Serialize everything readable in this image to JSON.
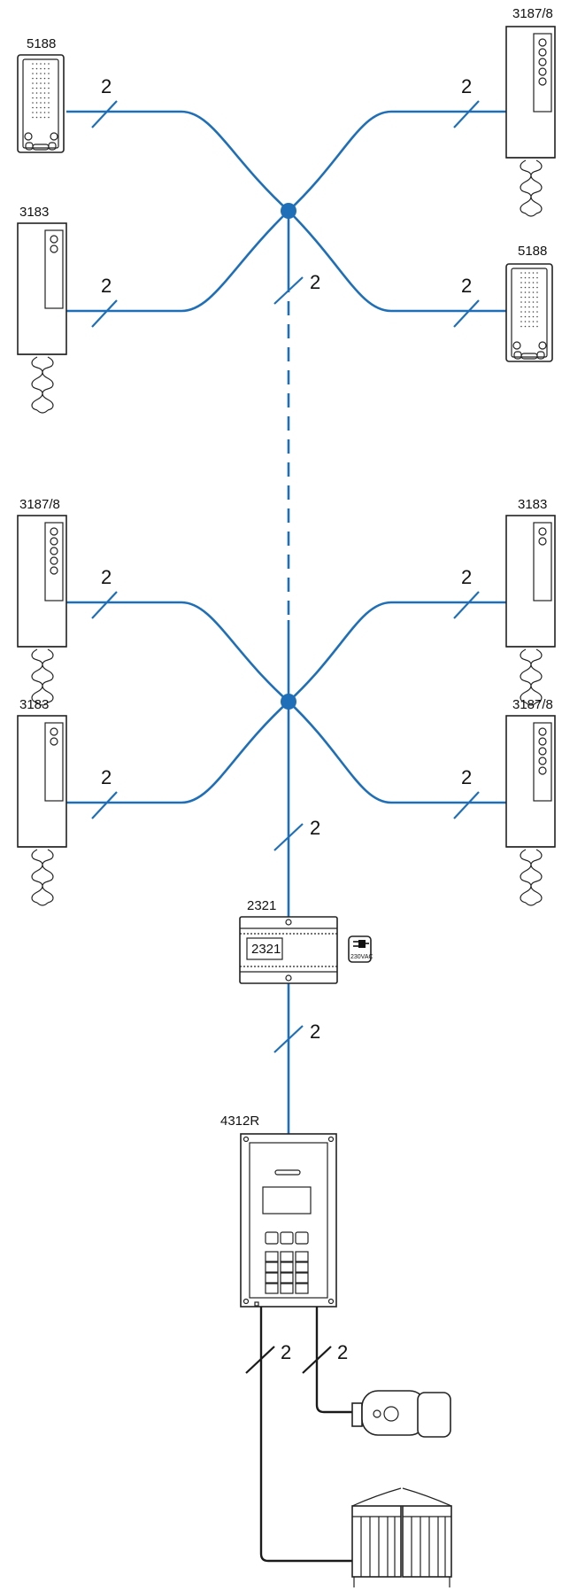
{
  "colors": {
    "bus": "#1f6fb8",
    "local_wiring": "#1a1a1a"
  },
  "devices": {
    "top_left_1": "5188",
    "top_left_2": "3183",
    "top_right_1": "3187/8",
    "top_right_2": "5188",
    "mid_left_1": "3187/8",
    "mid_left_2": "3183",
    "mid_right_1": "3183",
    "mid_right_2": "3187/8",
    "power_supply": "2321",
    "power_supply_face": "2321",
    "mains": "230VAC",
    "entrance_panel": "4312R"
  },
  "wire_counts": {
    "tl1": "2",
    "tl2": "2",
    "tr1": "2",
    "tr2": "2",
    "riser_top": "2",
    "ml1": "2",
    "ml2": "2",
    "mr1": "2",
    "mr2": "2",
    "riser_low": "2",
    "supply_to_panel": "2",
    "panel_to_gate": "2",
    "panel_to_camera": "2"
  },
  "icons": {
    "intercom": "handset-intercom-icon",
    "speaker": "hands-free-monitor-icon",
    "plug": "mains-plug-icon",
    "camera": "cctv-camera-icon",
    "gate": "gate-icon"
  }
}
